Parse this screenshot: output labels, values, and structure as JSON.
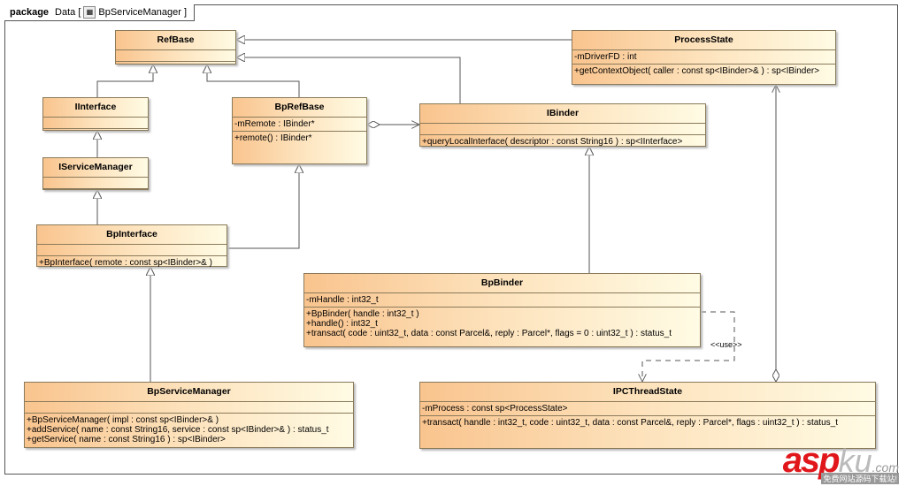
{
  "package": {
    "keyword": "package",
    "name": "Data [",
    "diagram": "BpServiceManager",
    "close": "]",
    "icon": "class-diagram-icon"
  },
  "classes": {
    "refbase": {
      "name": "RefBase",
      "attrs": [],
      "ops": []
    },
    "iinterface": {
      "name": "IInterface",
      "attrs": [],
      "ops": []
    },
    "iservicemanager": {
      "name": "IServiceManager",
      "attrs": [],
      "ops": []
    },
    "bprefbase": {
      "name": "BpRefBase",
      "attrs": [
        "-mRemote : IBinder*"
      ],
      "ops": [
        "+remote() : IBinder*"
      ]
    },
    "ibinder": {
      "name": "IBinder",
      "attrs": [],
      "ops": [
        "+queryLocalInterface( descriptor : const String16 ) : sp<IInterface>"
      ]
    },
    "processstate": {
      "name": "ProcessState",
      "attrs": [
        "-mDriverFD : int"
      ],
      "ops": [
        "+getContextObject( caller : const sp<IBinder>& ) : sp<IBinder>"
      ]
    },
    "bpinterface": {
      "name": "BpInterface",
      "attrs": [],
      "ops": [
        "+BpInterface( remote : const sp<IBinder>& )"
      ]
    },
    "bpbinder": {
      "name": "BpBinder",
      "attrs": [
        "-mHandle : int32_t"
      ],
      "ops": [
        "+BpBinder( handle : int32_t )",
        "+handle() : int32_t",
        "+transact( code : uint32_t, data : const Parcel&, reply : Parcel*, flags = 0 : uint32_t ) : status_t"
      ]
    },
    "bpservicemanager": {
      "name": "BpServiceManager",
      "attrs": [],
      "ops": [
        "+BpServiceManager( impl : const sp<IBinder>& )",
        "+addService( name : const String16, service : const sp<IBinder>& ) : status_t",
        "+getService( name : const String16 ) : sp<IBinder>"
      ]
    },
    "ipcthreadstate": {
      "name": "IPCThreadState",
      "attrs": [
        "-mProcess : const sp<ProcessState>"
      ],
      "ops": [
        "+transact( handle : int32_t, code : uint32_t, data : const Parcel&, reply : Parcel*, flags : uint32_t ) : status_t"
      ]
    }
  },
  "dependency_label": "<<use>>",
  "watermark": {
    "main": "asp",
    "rest": "ku",
    ".com": ".com",
    "sub": "免费网站源码下载站!"
  },
  "colors": {
    "class_fill_start": "#f9c48e",
    "class_fill_end": "#fffbe4",
    "line": "#555555",
    "watermark": "#e0161b"
  }
}
